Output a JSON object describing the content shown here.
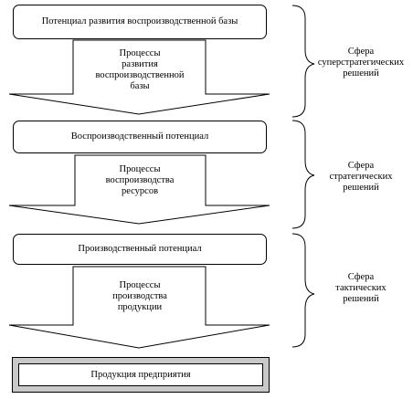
{
  "boxes": [
    {
      "label": "Потенциал развития воспроизводственной базы"
    },
    {
      "label": "Воспроизводственный потенциал"
    },
    {
      "label": "Производственный потенциал"
    }
  ],
  "arrows": [
    {
      "label": "Процессы\nразвития\nвоспроизводственной\nбазы"
    },
    {
      "label": "Процессы\nвоспроизводства\nресурсов"
    },
    {
      "label": "Процессы\nпроизводства\nпродукции"
    }
  ],
  "spheres": [
    {
      "label": "Сфера\nсуперстратегических\nрешений"
    },
    {
      "label": "Сфера\nстратегических\nрешений"
    },
    {
      "label": "Сфера\nтактических\nрешений"
    }
  ],
  "final_box": {
    "label": "Продукция предприятия"
  }
}
